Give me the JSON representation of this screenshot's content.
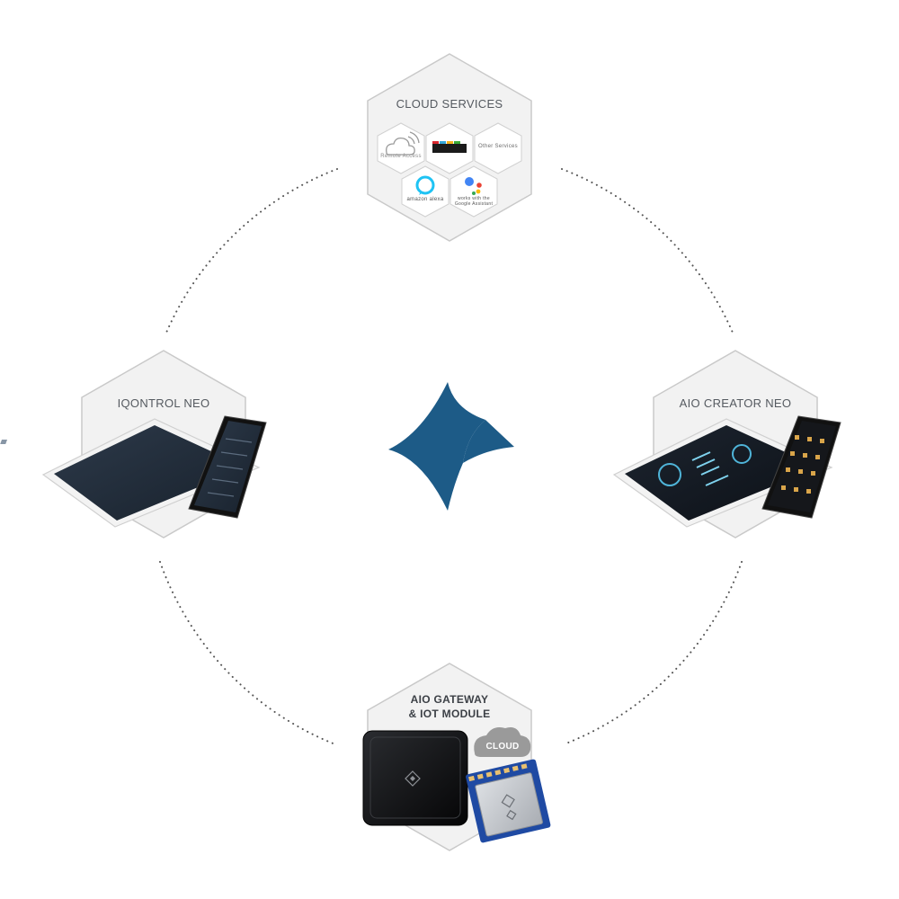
{
  "colors": {
    "brand_blue": "#1d5b87",
    "hex_fill": "#f2f2f2",
    "hex_stroke": "#c9c9c9",
    "dotted": "#555555",
    "text": "#555a60",
    "ifttt_red": "#d7262d",
    "ifttt_blue": "#33a6d8",
    "alexa_blue": "#1ec3f4",
    "google_blue": "#4285f4",
    "google_red": "#ea4335",
    "google_yellow": "#fbbc05",
    "google_green": "#34a853"
  },
  "cloud_services": {
    "title": "CLOUD SERVICES",
    "items": {
      "remote_access": "Remote Access",
      "ifttt": "IFTTT",
      "other_services": "Other Services",
      "alexa": "amazon alexa",
      "google_line1": "works with the",
      "google_line2": "Google Assistant"
    }
  },
  "iqontrol": {
    "title": "IQONTROL NEO"
  },
  "aio_creator": {
    "title": "AIO CREATOR NEO"
  },
  "gateway": {
    "title_line1": "AIO GATEWAY",
    "title_line2": "& IOT MODULE",
    "cloud_badge": "CLOUD"
  }
}
